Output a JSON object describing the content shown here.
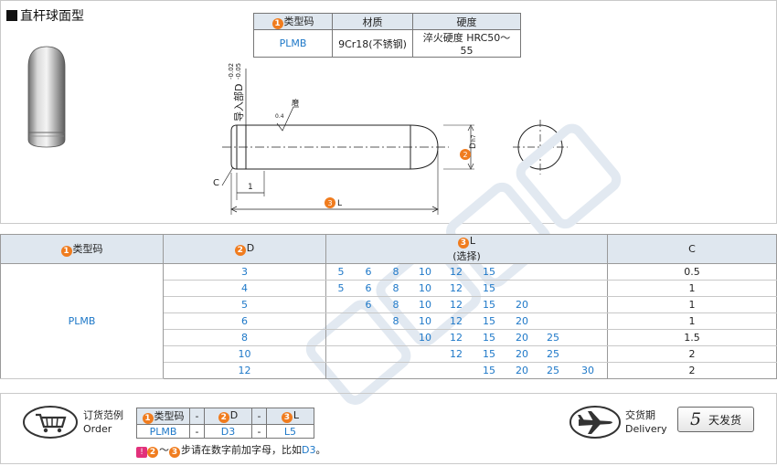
{
  "title": "直杆球面型",
  "spec_table": {
    "headers": [
      "类型码",
      "材质",
      "硬度"
    ],
    "header_nums": [
      "1"
    ],
    "row": [
      "PLMB",
      "9Cr18(不锈钢)",
      "淬火硬度 HRC50～55"
    ]
  },
  "drawing": {
    "guide_label": "导入部D",
    "tol_upper": "-0.02",
    "tol_lower": "-0.05",
    "grind_label": "磨",
    "roughness": "0.4",
    "d_label": "D",
    "d_tol": "h7",
    "l_label": "L",
    "c_label": "C",
    "one_label": "1",
    "num2": "2",
    "num3": "3"
  },
  "dim_table": {
    "headers": {
      "type": "类型码",
      "d": "D",
      "l": "L",
      "l_sub": "(选择)",
      "c": "C"
    },
    "nums": {
      "type": "1",
      "d": "2",
      "l": "3"
    },
    "type_code": "PLMB",
    "rows": [
      {
        "d": "3",
        "l": [
          "5",
          "6",
          "8",
          "10",
          "12",
          "15"
        ],
        "c": "0.5"
      },
      {
        "d": "4",
        "l": [
          "5",
          "6",
          "8",
          "10",
          "12",
          "15"
        ],
        "c": "1"
      },
      {
        "d": "5",
        "l": [
          "6",
          "8",
          "10",
          "12",
          "15",
          "20"
        ],
        "c": "1"
      },
      {
        "d": "6",
        "l": [
          "8",
          "10",
          "12",
          "15",
          "20"
        ],
        "c": "1"
      },
      {
        "d": "8",
        "l": [
          "10",
          "12",
          "15",
          "20",
          "25"
        ],
        "c": "1.5"
      },
      {
        "d": "10",
        "l": [
          "12",
          "15",
          "20",
          "25"
        ],
        "c": "2"
      },
      {
        "d": "12",
        "l": [
          "15",
          "20",
          "25",
          "30"
        ],
        "c": "2"
      }
    ]
  },
  "order": {
    "label_cn": "订货范例",
    "label_en": "Order",
    "headers": [
      "类型码",
      "-",
      "D",
      "-",
      "L"
    ],
    "header_nums": [
      "1",
      "2",
      "3"
    ],
    "values": [
      "PLMB",
      "-",
      "D3",
      "-",
      "L5"
    ],
    "note_icon": "!",
    "note_num_a": "2",
    "note_sep": "～",
    "note_num_b": "3",
    "note_text": "步请在数字前加字母，比如",
    "note_example": "D3",
    "note_end": "。"
  },
  "delivery": {
    "label_cn": "交货期",
    "label_en": "Delivery",
    "days": "5",
    "unit": "天发货"
  },
  "colors": {
    "accent_orange": "#f07c1e",
    "value_blue": "#1e78c8",
    "header_bg": "#dfe7ef",
    "note_pink": "#e2317b"
  },
  "icons": [
    "shopping-cart-icon",
    "airplane-icon",
    "numbered-badge-icon",
    "exclamation-note-icon"
  ]
}
